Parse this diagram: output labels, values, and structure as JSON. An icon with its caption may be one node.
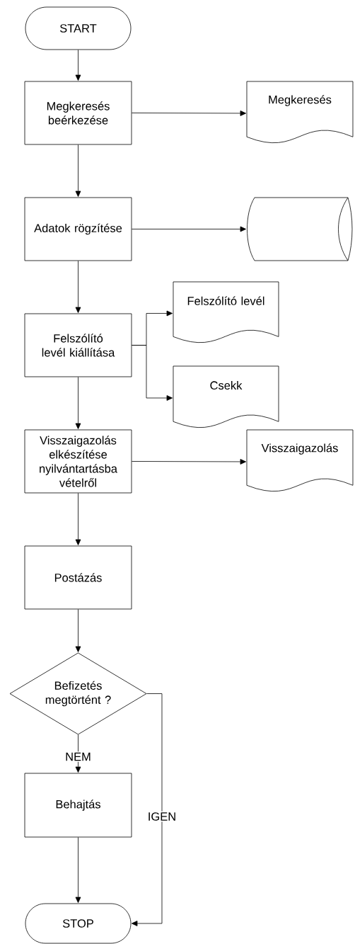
{
  "diagram": {
    "nodes": [
      {
        "text": [
          "START"
        ]
      },
      {
        "text": [
          "Megkeresés beérkezése"
        ]
      },
      {
        "text": [
          "Megkeresés"
        ]
      },
      {
        "text": [
          "Adatok rögzítése"
        ]
      },
      {
        "text": [],
        "shape": "cylinder"
      },
      {
        "text": [
          "Felszólító levél kiállítása"
        ]
      },
      {
        "text": [
          "Felszólító levél"
        ]
      },
      {
        "text": [
          "Csekk"
        ]
      },
      {
        "text": [
          "Visszaigazolás elkészítése nyilvántartásba vételről"
        ]
      },
      {
        "text": [
          "Visszaigazolás"
        ]
      },
      {
        "text": [
          "Postázás"
        ]
      },
      {
        "text": [
          "Befizetés megtörtént ?"
        ]
      },
      {
        "text": [
          "Behajtás"
        ]
      },
      {
        "text": [
          "STOP"
        ]
      }
    ],
    "edges": [
      {
        "from": 0,
        "to": 1,
        "arrow": "to"
      },
      {
        "from": 1,
        "to": 2,
        "arrow": "to"
      },
      {
        "from": 1,
        "to": 3,
        "arrow": "to"
      },
      {
        "from": 3,
        "to": 4,
        "arrow": "to"
      },
      {
        "from": 3,
        "to": 5,
        "arrow": "to"
      },
      {
        "from": 5,
        "to": 6,
        "arrow": "to"
      },
      {
        "from": 5,
        "to": 7,
        "arrow": "to"
      },
      {
        "from": 5,
        "to": 8,
        "arrow": "to"
      },
      {
        "from": 8,
        "to": 9,
        "arrow": "to"
      },
      {
        "from": 8,
        "to": 10,
        "arrow": "to"
      },
      {
        "from": 10,
        "to": 11,
        "arrow": "to"
      },
      {
        "from": 11,
        "to": 12,
        "label": "NEM",
        "arrow": "to"
      },
      {
        "from": 11,
        "to": 13,
        "label": "IGEN",
        "arrow": "to"
      },
      {
        "from": 12,
        "to": 13,
        "arrow": "to"
      }
    ]
  }
}
